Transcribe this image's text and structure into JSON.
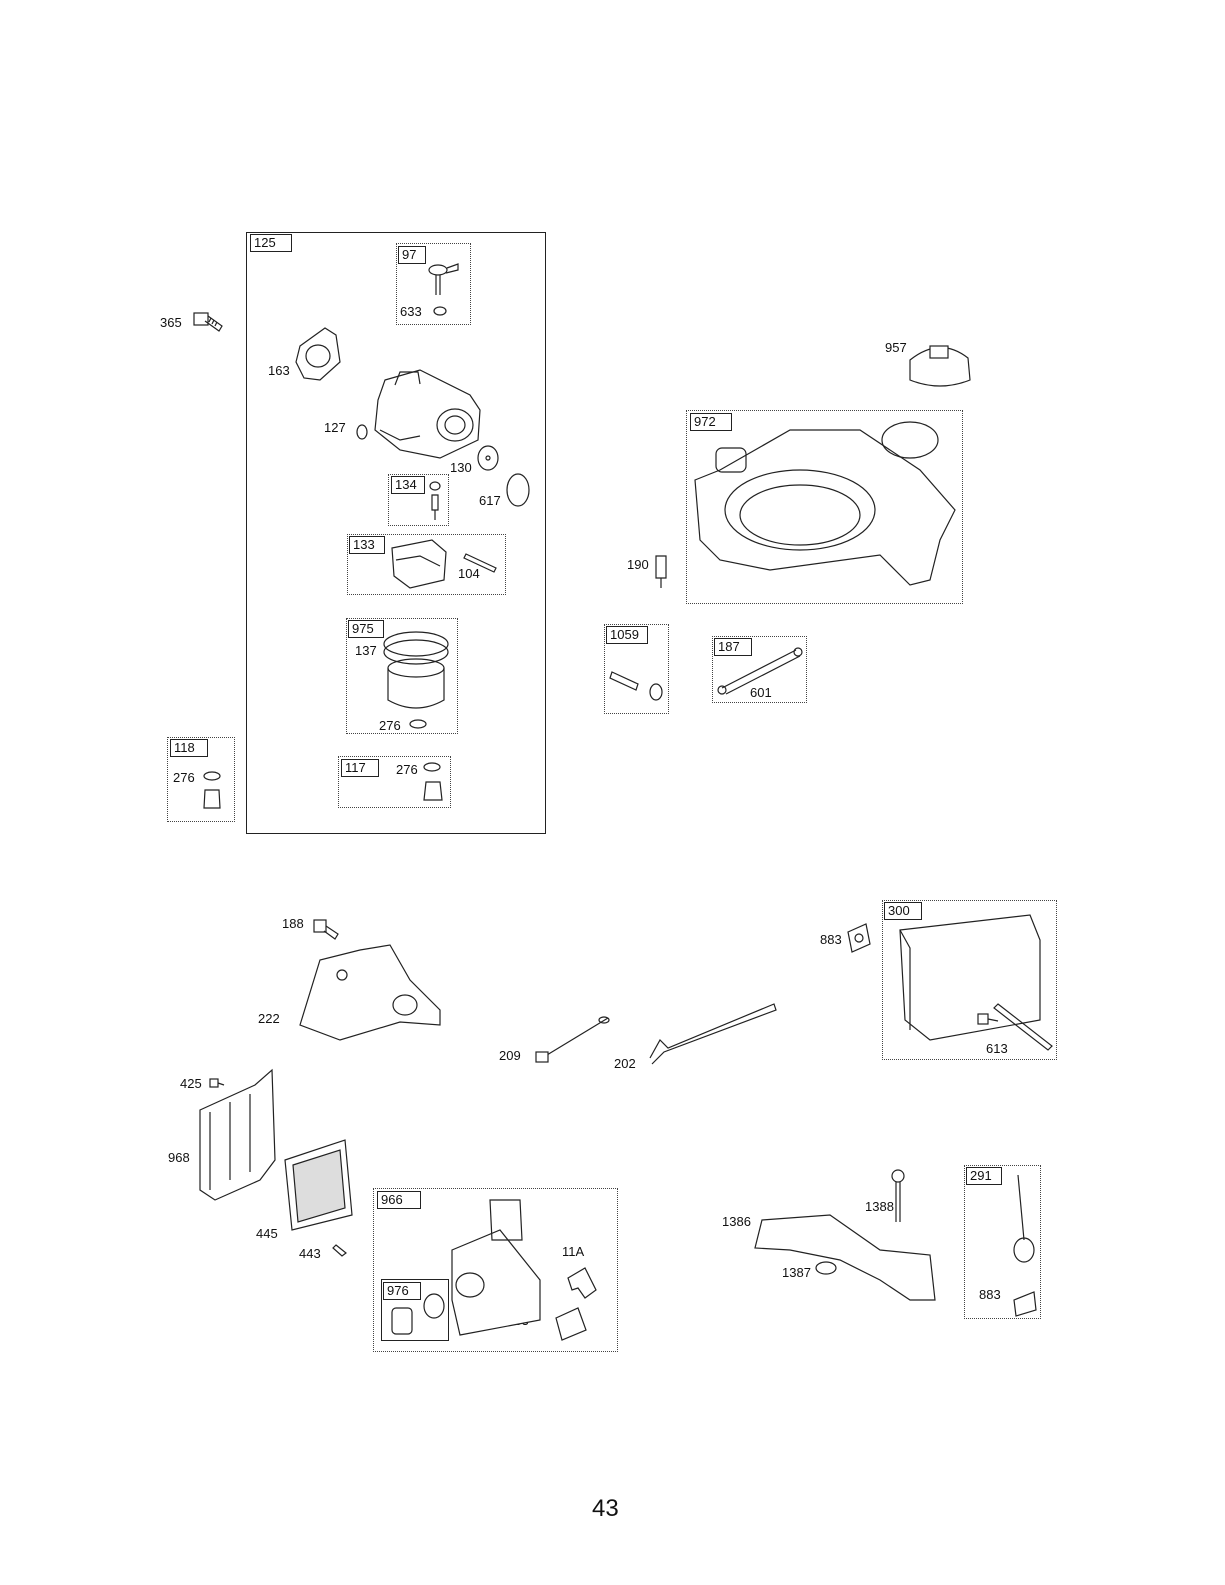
{
  "page_number": "43",
  "groups": {
    "g125": "125",
    "g97": "97",
    "g134": "134",
    "g133": "133",
    "g975": "975",
    "g117": "117",
    "g118": "118",
    "g972": "972",
    "g1059": "1059",
    "g187": "187",
    "g300": "300",
    "g966": "966",
    "g976": "976",
    "g291": "291"
  },
  "callouts": {
    "c365": "365",
    "c163a": "163",
    "c633": "633",
    "c127": "127",
    "c130": "130",
    "c617": "617",
    "c104": "104",
    "c137": "137",
    "c276a": "276",
    "c276b": "276",
    "c276c": "276",
    "c957": "957",
    "c190": "190",
    "c601": "601",
    "c188": "188",
    "c222": "222",
    "c883a": "883",
    "c81": "81",
    "c613": "613",
    "c209": "209",
    "c202": "202",
    "c425": "425",
    "c968": "968",
    "c445": "445",
    "c443": "443",
    "c11a": "11A",
    "c163b": "163",
    "c1386": "1386",
    "c1388": "1388",
    "c1387": "1387",
    "c883b": "883"
  },
  "colors": {
    "line": "#222222",
    "frame": "#444444",
    "shade": "#cccccc"
  }
}
